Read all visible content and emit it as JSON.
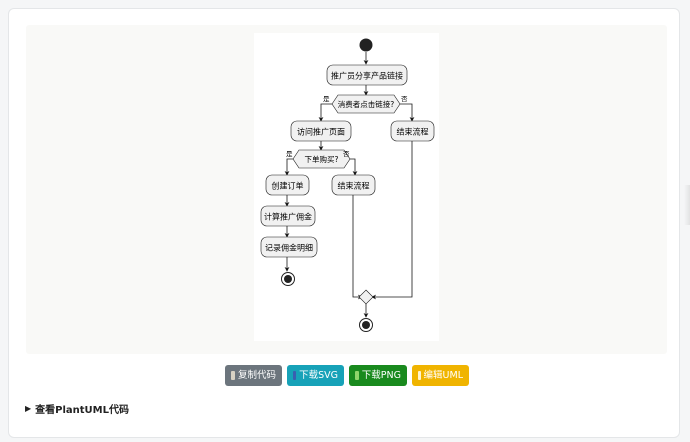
{
  "diagram": {
    "nodes": {
      "share": "推广员分享产品链接",
      "decision1": "消费者点击链接?",
      "visit": "访问推广页面",
      "end1": "结束流程",
      "decision2": "下单购买?",
      "order": "创建订单",
      "end2": "结束流程",
      "calc": "计算推广佣金",
      "record": "记录佣金明细"
    },
    "branches": {
      "yes": "是",
      "no": "否"
    }
  },
  "toolbar": {
    "copy": "复制代码",
    "svg": "下载SVG",
    "png": "下载PNG",
    "edit": "编辑UML"
  },
  "details": {
    "summary": "查看PlantUML代码"
  },
  "colors": {
    "copy": "#6c757d",
    "svg": "#17a2b8",
    "png": "#198a1e",
    "edit": "#f0b400",
    "node_fill": "#f1f1f1",
    "node_stroke": "#181818"
  }
}
